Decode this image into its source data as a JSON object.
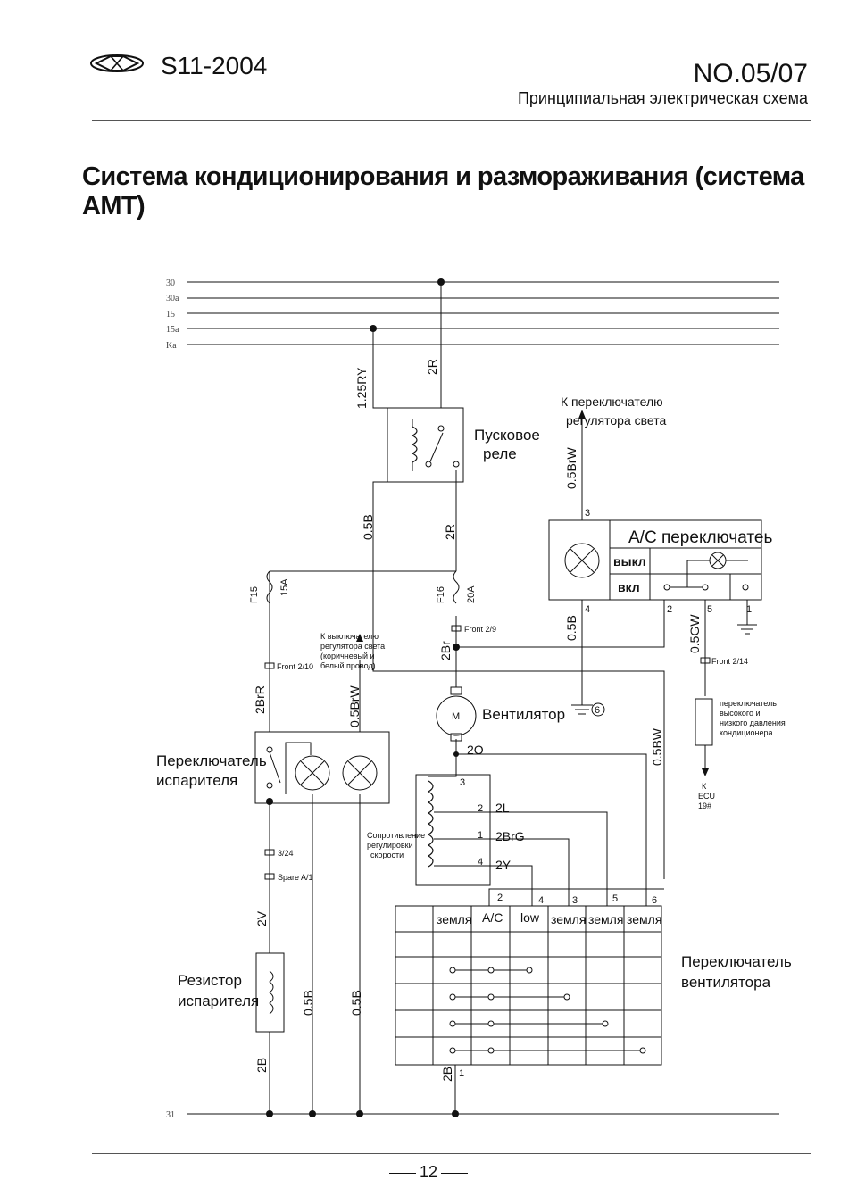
{
  "header": {
    "model": "S11-2004",
    "doc_no": "NO.05/07",
    "subtitle": "Принципиальная электрическая схема"
  },
  "page_title": "Система кондиционирования и размораживания (система AMT)",
  "page_number": "12",
  "bus": {
    "rails": [
      "30",
      "30a",
      "15",
      "15a",
      "Ka"
    ],
    "ground": "31"
  },
  "wires": {
    "w_125RY": "1.25RY",
    "w_2R_top": "2R",
    "w_05B_relay": "0.5B",
    "w_2R_mid": "2R",
    "w_05BrW_top": "0.5BrW",
    "w_2Br": "2Br",
    "w_2BrR": "2BrR",
    "w_05BrW_mid": "0.5BrW",
    "w_2O": "2O",
    "w_05BW": "0.5BW",
    "w_05B_ac": "0.5B",
    "w_05GW": "0.5GW",
    "w_2L": "2L",
    "w_2BrG": "2BrG",
    "w_2Y": "2Y",
    "w_2V": "2V",
    "w_05B_l1": "0.5B",
    "w_05B_l2": "0.5B",
    "w_2B_res": "2B",
    "w_2B_sw": "2B"
  },
  "fuses": {
    "f15": "F15",
    "f15_rating": "15A",
    "f16": "F16",
    "f16_rating": "20A"
  },
  "connectors": {
    "front_2_9": "Front 2/9",
    "front_2_10": "Front 2/10",
    "front_2_14": "Front 2/14",
    "c_3_24": "3/24",
    "spare_a1": "Spare A/1"
  },
  "components": {
    "relay": [
      "Пусковое",
      "реле"
    ],
    "to_light_switch": [
      "К переключателю",
      "регулятора света"
    ],
    "ac_switch_title": "A/C переключатеь",
    "ac_off": "выкл",
    "ac_on": "вкл",
    "fan": "Вентилятор",
    "motor_letter": "M",
    "ground_no": "6",
    "light_switch_note": [
      "К выключателю",
      "регулятора света",
      "(коричневый и",
      "белый провод)"
    ],
    "evap_switch": [
      "Переключатель",
      "испарителя"
    ],
    "pressure_switch": [
      "переключатель",
      "высокого и",
      "низкого давления",
      "кондиционера"
    ],
    "to_ecu": [
      "К",
      "ECU",
      "19#"
    ],
    "speed_resistor": [
      "Сопротивление",
      "регулировки",
      "скорости"
    ],
    "evap_resistor": [
      "Резистор",
      "испарителя"
    ],
    "fan_switch": [
      "Переключатель",
      "вентилятора"
    ]
  },
  "pins": {
    "ac_3": "3",
    "ac_4": "4",
    "ac_2": "2",
    "ac_5": "5",
    "ac_1": "1",
    "res_3": "3",
    "res_2": "2",
    "res_1": "1",
    "res_4": "4",
    "fs_2": "2",
    "fs_4": "4",
    "fs_3": "3",
    "fs_5": "5",
    "fs_6": "6",
    "fs_1": "1"
  },
  "fan_switch_table": {
    "columns": [
      "земля",
      "A/C",
      "low",
      "земля",
      "земля",
      "земля"
    ]
  }
}
